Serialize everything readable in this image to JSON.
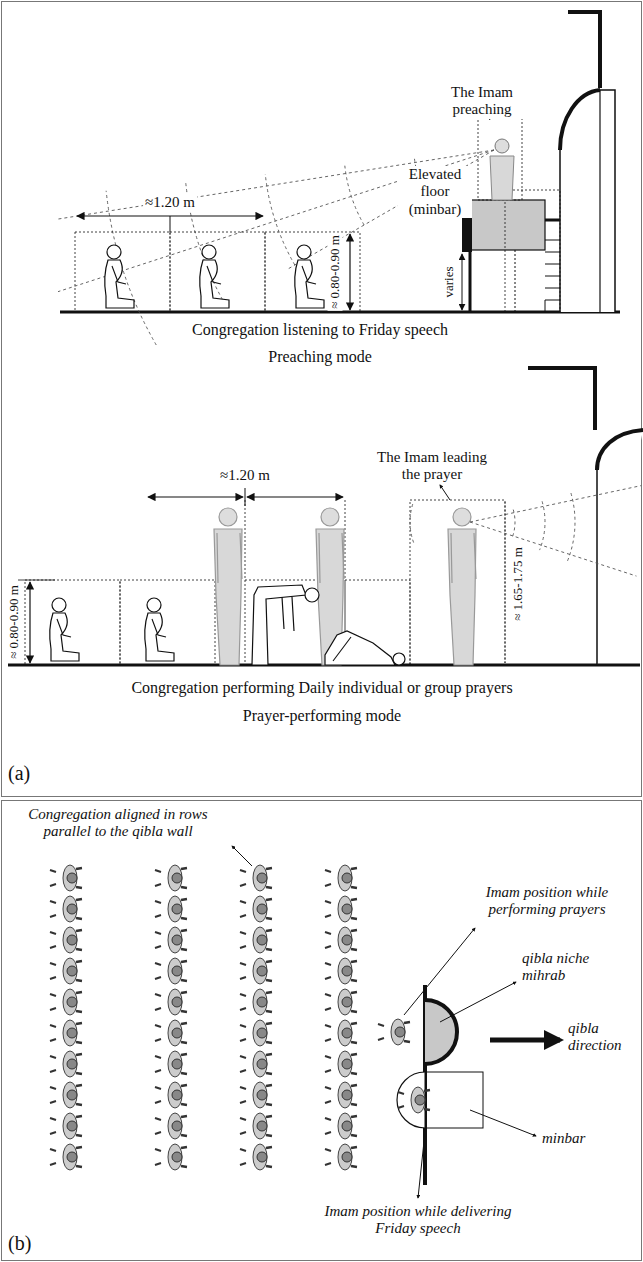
{
  "diagram": {
    "labels": [
      "The Imam preaching",
      "Elevated floor (minbar)",
      "≈1.20 m",
      "≈ 0.80-0.90 m",
      "varies",
      "Congregation listening to Friday speech",
      "Preaching mode",
      "The Imam leading the prayer",
      "≈1.20 m",
      "≈ 0.80-0.90 m",
      "≈ 1.65-1.75 m",
      "Congregation performing Daily individual or group prayers",
      "Prayer-performing mode",
      "(a)",
      "Congregation aligned in rows parallel to the qibla wall",
      "Imam position while performing prayers",
      "qibla niche mihrab",
      "qibla direction",
      "minbar",
      "Imam position while delivering Friday speech",
      "(b)"
    ]
  }
}
